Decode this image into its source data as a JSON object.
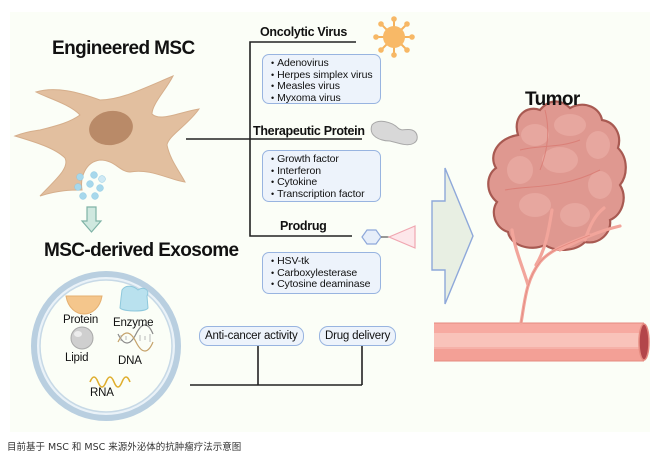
{
  "figure": {
    "engineered_msc_title": "Engineered MSC",
    "exosome_title": "MSC-derived Exosome",
    "tumor_title": "Tumor",
    "branches": [
      {
        "title": "Oncolytic Virus",
        "icon": "virus-icon",
        "items": [
          "Adenovirus",
          "Herpes simplex virus",
          "Measles virus",
          "Myxoma virus"
        ]
      },
      {
        "title": "Therapeutic Protein",
        "icon": "protein-icon",
        "items": [
          "Growth factor",
          "Interferon",
          "Cytokine",
          "Transcription factor"
        ]
      },
      {
        "title": "Prodrug",
        "icon": "prodrug-molecule-icon",
        "items": [
          "HSV-tk",
          "Carboxylesterase",
          "Cytosine deaminase"
        ]
      }
    ],
    "exosome_contents": [
      {
        "label": "Protein",
        "icon": "protein-half-disc-icon"
      },
      {
        "label": "Enzyme",
        "icon": "enzyme-icon"
      },
      {
        "label": "Lipid",
        "icon": "lipid-sphere-icon"
      },
      {
        "label": "DNA",
        "icon": "dna-helix-icon"
      },
      {
        "label": "RNA",
        "icon": "rna-strand-icon"
      }
    ],
    "exosome_functions": [
      "Anti-cancer activity",
      "Drug delivery"
    ],
    "colors": {
      "background": "#fbfef7",
      "cell_body": "#e2bf9f",
      "cell_nucleus": "#b98a68",
      "box_fill": "#edf3fb",
      "box_border": "#98b4e0",
      "tumor": "#df9890",
      "tumor_outline": "#a85a52",
      "vessel": "#f6b1a8",
      "virus": "#f7b866",
      "arrow_fill": "#e8efe3",
      "arrow_border": "#8ea8da"
    }
  },
  "caption": "目前基于 MSC 和 MSC 来源外泌体的抗肿瘤疗法示意图"
}
